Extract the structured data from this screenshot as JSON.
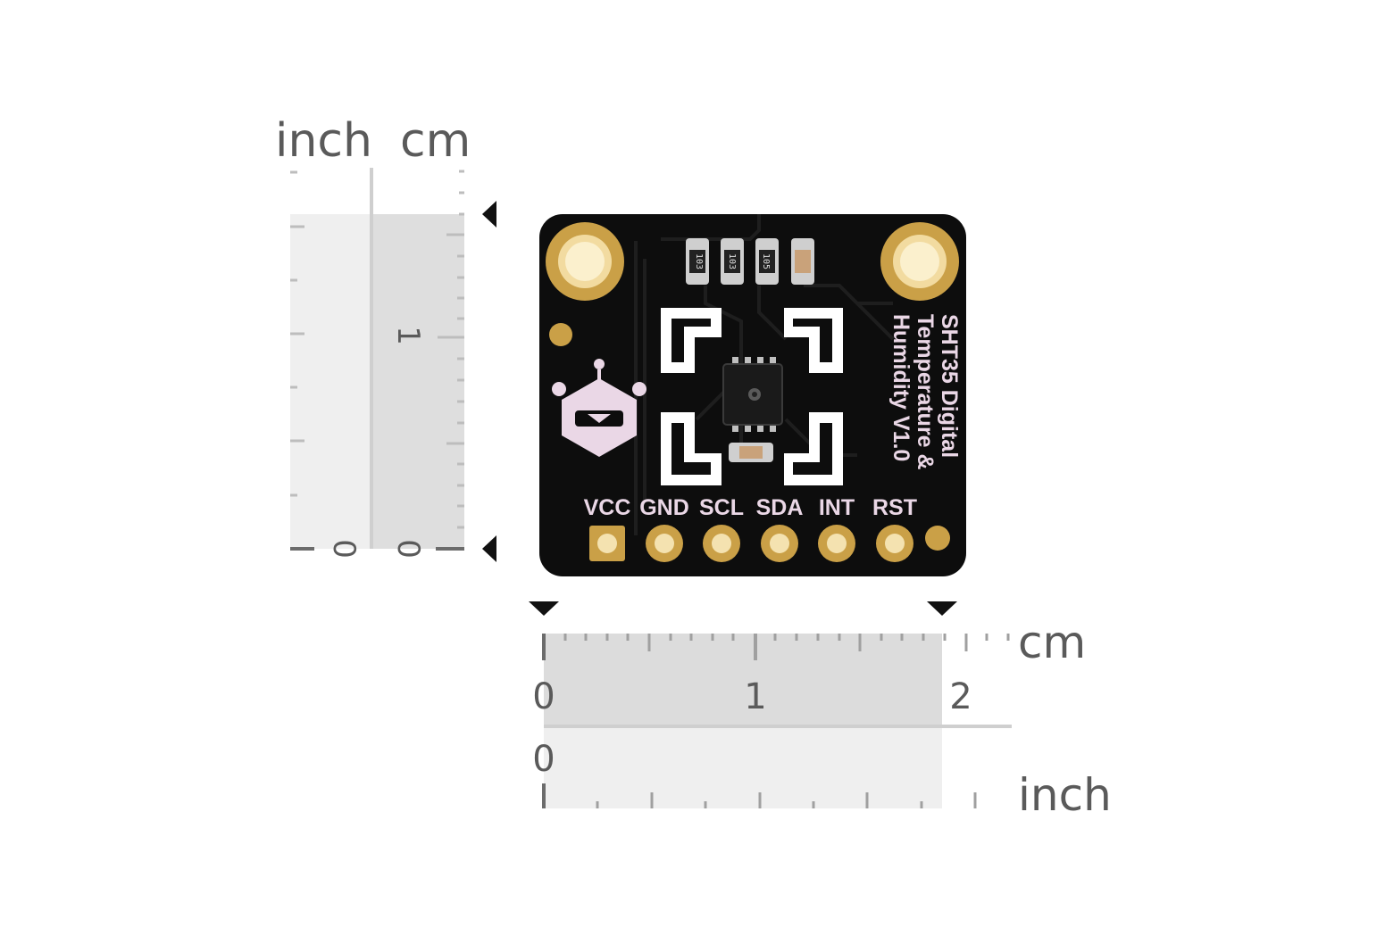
{
  "vertical_ruler": {
    "unit_inch": "inch",
    "unit_cm": "cm",
    "inch_zero": "0",
    "cm_zero": "0",
    "cm_one": "1"
  },
  "horizontal_ruler": {
    "unit_cm": "cm",
    "unit_inch": "inch",
    "cm_zero": "0",
    "cm_one": "1",
    "cm_two": "2",
    "inch_zero": "0"
  },
  "board": {
    "title_line1": "SHT35 Digital",
    "title_line2": "Temperature &",
    "title_line3": "Humidity V1.0",
    "pins": [
      "VCC",
      "GND",
      "SCL",
      "SDA",
      "INT",
      "RST"
    ],
    "resistors": [
      "103",
      "103",
      "105"
    ],
    "colors": {
      "pcb": "#0d0d0d",
      "gold": "#caa047",
      "silkscreen": "#ead7e6",
      "ruler_fill": "#dcdcdc",
      "ruler_text": "#5a5a5a"
    }
  }
}
